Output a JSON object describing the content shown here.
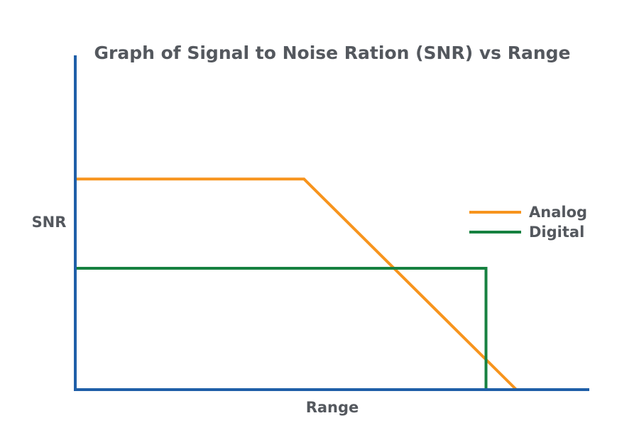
{
  "chart_data": {
    "type": "line",
    "title": "Graph of Signal to Noise Ration (SNR) vs Range",
    "xlabel": "Range",
    "ylabel": "SNR",
    "xlim": [
      0,
      100
    ],
    "ylim": [
      0,
      100
    ],
    "x_ticks_shown": false,
    "y_ticks_shown": false,
    "grid": false,
    "legend_position": "right",
    "axis_color": "#1f5fa8",
    "series": [
      {
        "name": "Analog",
        "color": "#f7941d",
        "x": [
          0,
          44.5,
          85.8
        ],
        "y": [
          63,
          63,
          0
        ]
      },
      {
        "name": "Digital",
        "color": "#168140",
        "x": [
          0,
          79.9,
          79.9
        ],
        "y": [
          36.3,
          36.3,
          0
        ]
      }
    ]
  }
}
